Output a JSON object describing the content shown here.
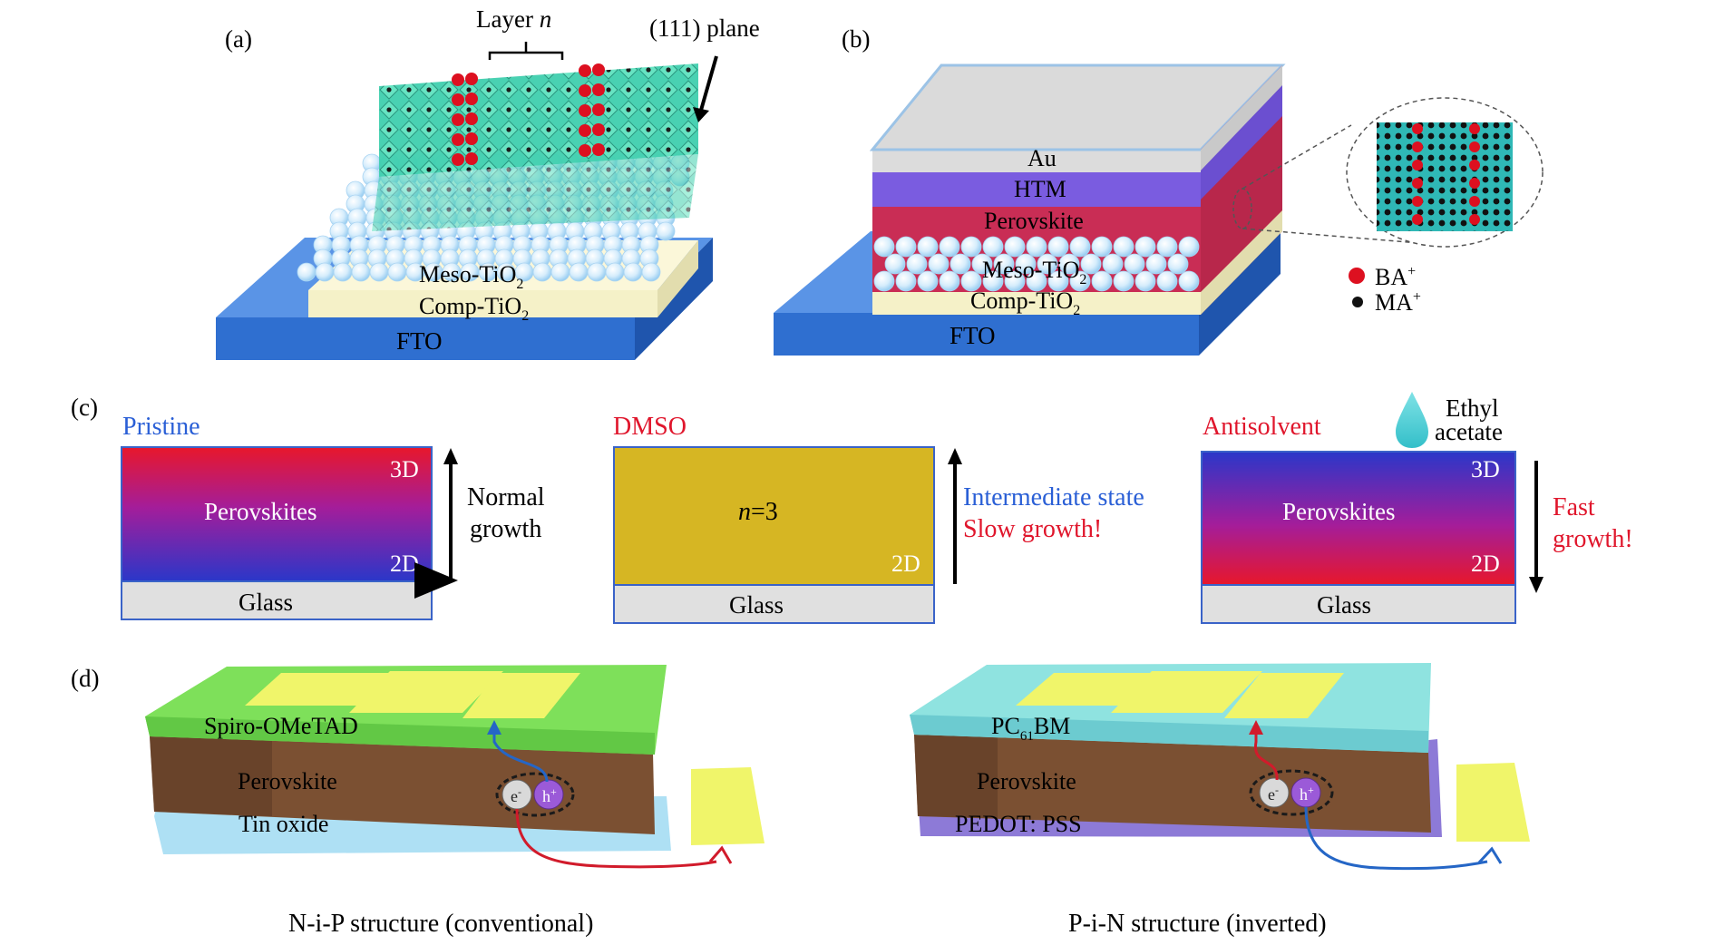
{
  "panel_a": {
    "label": "(a)",
    "layer_n_prefix": "Layer ",
    "layer_n_italic": "n",
    "plane": "(111) plane",
    "meso_base": "Meso-TiO",
    "comp_base": "Comp-TiO",
    "sub2": "2",
    "fto": "FTO"
  },
  "panel_b": {
    "label": "(b)",
    "au": "Au",
    "htm": "HTM",
    "perovskite": "Perovskite",
    "meso_base": "Meso-TiO",
    "comp_base": "Comp-TiO",
    "sub2": "2",
    "fto": "FTO",
    "legend_ba": "BA",
    "legend_ma": "MA",
    "legend_sup": "+"
  },
  "panel_c": {
    "label": "(c)",
    "pristine": {
      "title": "Pristine",
      "top": "3D",
      "middle": "Perovskites",
      "bottom": "2D",
      "glass": "Glass",
      "note_1": "Normal",
      "note_2": "growth"
    },
    "dmso": {
      "title": "DMSO",
      "n_italic": "n",
      "n_rest": "=3",
      "bottom": "2D",
      "glass": "Glass",
      "note_1": "Intermediate state",
      "note_2": "Slow growth!"
    },
    "antisolvent": {
      "title": "Antisolvent",
      "top": "3D",
      "middle": "Perovskites",
      "bottom": "2D",
      "glass": "Glass",
      "drop_1": "Ethyl",
      "drop_2": "acetate",
      "note_1": "Fast",
      "note_2": "growth!"
    }
  },
  "panel_d": {
    "label": "(d)",
    "nip": {
      "top": "Spiro-OMeTAD",
      "middle": "Perovskite",
      "bottom": "Tin oxide",
      "electron": "e",
      "hole": "h",
      "minus": "-",
      "plus": "+",
      "caption": "N-i-P structure (conventional)"
    },
    "pin": {
      "top_base": "PC",
      "top_sub": "61",
      "top_end": "BM",
      "middle": "Perovskite",
      "bottom": "PEDOT: PSS",
      "electron": "e",
      "hole": "h",
      "minus": "-",
      "plus": "+",
      "caption": "P-i-N structure (inverted)"
    }
  },
  "colors": {
    "fto": "#2f6fd0",
    "comp_tio2": "#f5f1c8",
    "meso_sphere": "#cfe9fb",
    "perovskite_2d": "#2fc9a3",
    "ba": "#dd1020",
    "ma": "#111111",
    "au": "#dcdcdc",
    "htm": "#7a5ce0",
    "perovskite_b": "#c92d55",
    "c_blue": "#2a37c9",
    "c_red": "#e0162c",
    "dmso_yellow": "#d6b623",
    "spiro_green": "#7ee05a",
    "perovskite_brown": "#7b5032",
    "pcbm_teal": "#8fe3e0",
    "pedot_purple": "#8d7ad7",
    "electrode_yellow": "#f0f56a",
    "arrow_red": "#d11b2b",
    "arrow_blue": "#2566c6"
  }
}
